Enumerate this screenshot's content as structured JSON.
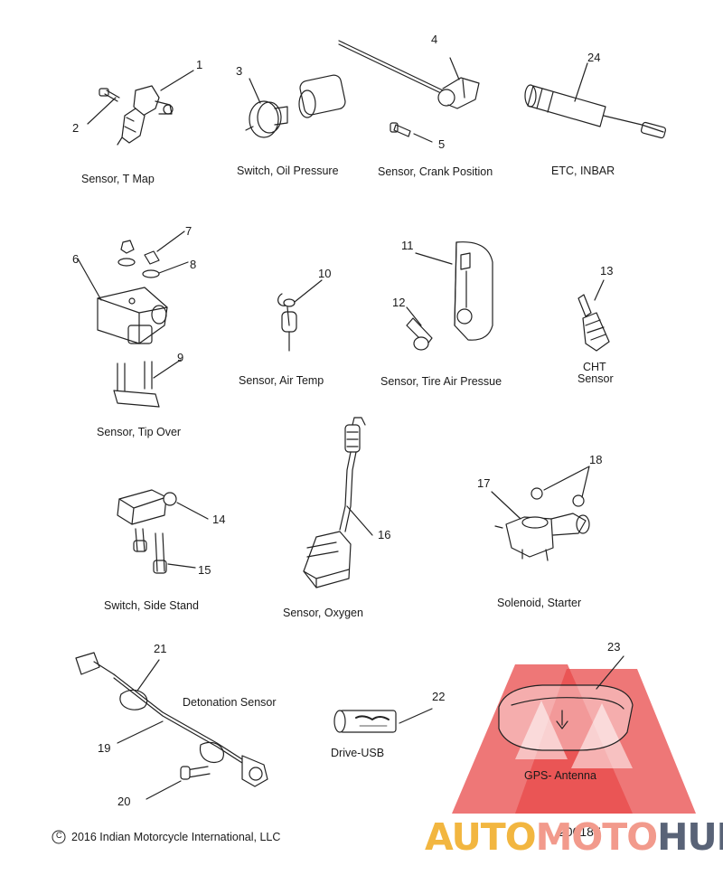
{
  "captions": {
    "t_map": "Sensor, T Map",
    "oil_pressure": "Switch, Oil Pressure",
    "crank_position": "Sensor, Crank Position",
    "etc_inbar": "ETC, INBAR",
    "tip_over": "Sensor, Tip Over",
    "air_temp": "Sensor, Air Temp",
    "tire_air_pressure": "Sensor, Tire Air Pressue",
    "cht_line1": "CHT",
    "cht_line2": "Sensor",
    "side_stand": "Switch, Side Stand",
    "oxygen": "Sensor, Oxygen",
    "solenoid_starter": "Solenoid, Starter",
    "detonation": "Detonation Sensor",
    "drive_usb": "Drive-USB",
    "gps_antenna": "GPS- Antenna"
  },
  "callouts": [
    "1",
    "2",
    "3",
    "4",
    "5",
    "6",
    "7",
    "8",
    "9",
    "10",
    "11",
    "12",
    "13",
    "14",
    "15",
    "16",
    "17",
    "18",
    "19",
    "20",
    "21",
    "22",
    "23",
    "24"
  ],
  "footer": {
    "copyright": "2016 Indian Motorcycle International, LLC",
    "copyright_symbol": "C",
    "diagram_id": "200187"
  },
  "watermark": {
    "part_a": "AUTO",
    "part_b": "MOTO",
    "part_c": "HUB"
  },
  "colors": {
    "line": "#222222",
    "watermark_red": "#e84a4a",
    "watermark_yellow": "#f2b640",
    "watermark_gray": "#596377"
  }
}
